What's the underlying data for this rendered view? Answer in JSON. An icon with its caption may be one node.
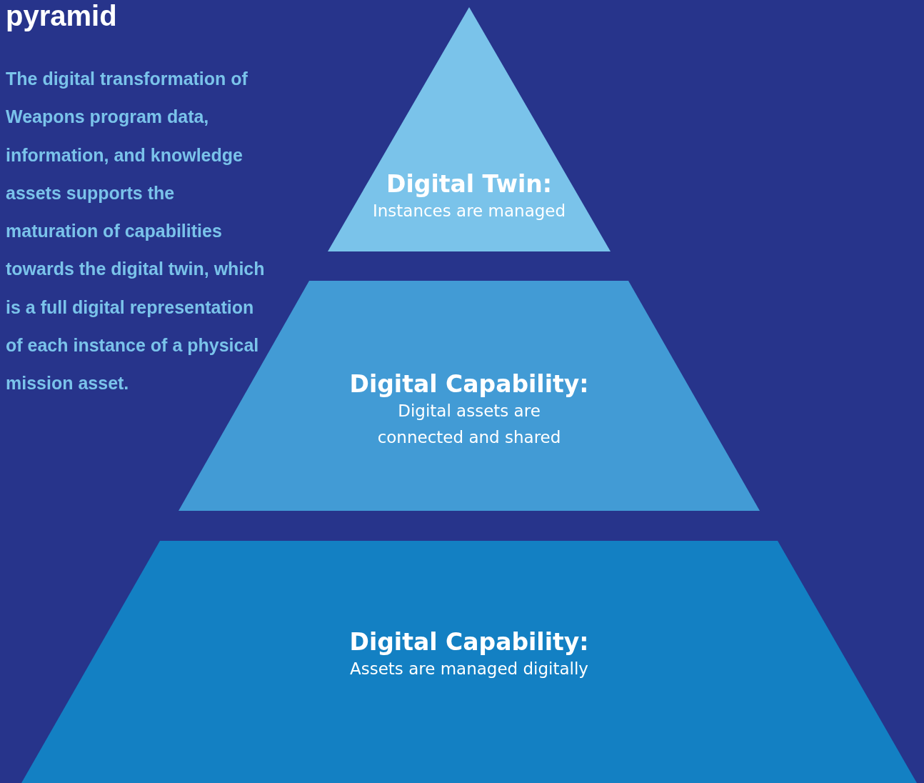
{
  "diagram": {
    "title": "pyramid",
    "nodes": [
      {
        "text": [
          "Digital Twin:",
          "Instances are managed"
        ]
      },
      {
        "text": [
          "Digital Capability:",
          "Digital assets are connected and shared"
        ]
      },
      {
        "text": [
          "Digital Capability:",
          "Assets are managed digitally"
        ]
      }
    ],
    "labels": [
      "The digital transformation of Weapons program data, information, and knowledge assets supports the maturation of capabilities towards the digital twin, which is a full digital representation of each instance of a physical mission asset."
    ]
  }
}
